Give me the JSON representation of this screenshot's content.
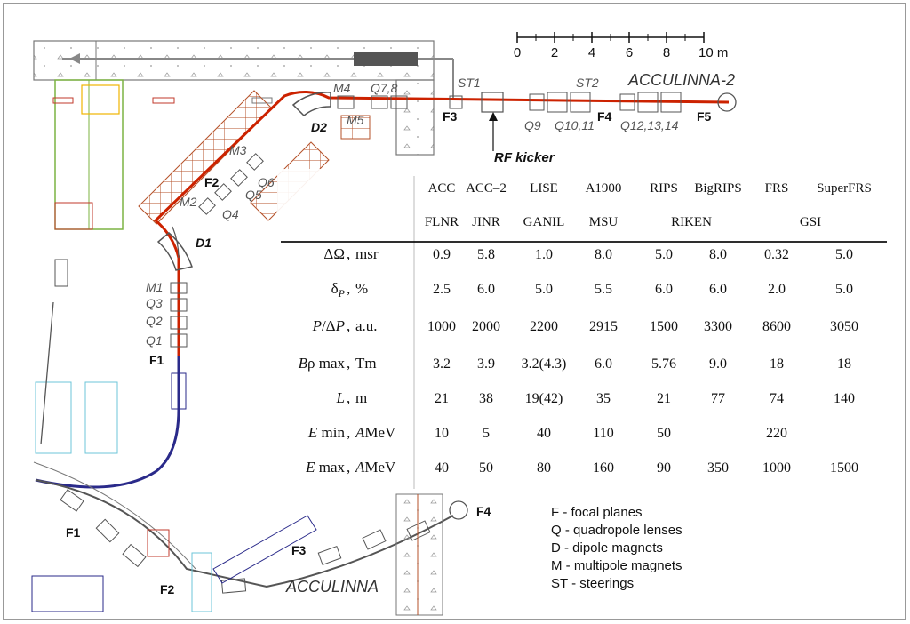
{
  "scale_bar": {
    "ticks": [
      "0",
      "2",
      "4",
      "6",
      "8",
      "10 m"
    ]
  },
  "title_top": "ACCULINNA-2",
  "title_bottom": "ACCULINNA",
  "rf_kicker": "RF kicker",
  "labels_top": {
    "m4": "M4",
    "q78": "Q7,8",
    "st1": "ST1",
    "st2": "ST2",
    "m5": "M5",
    "d2": "D2",
    "f3": "F3",
    "q9": "Q9",
    "q1011": "Q10,11",
    "f4": "F4",
    "q121314": "Q12,13,14",
    "f5": "F5",
    "m3": "M3",
    "q6": "Q6",
    "f2": "F2",
    "q5": "Q5",
    "m2": "M2",
    "q4": "Q4",
    "d1": "D1",
    "m1": "M1",
    "q3": "Q3",
    "q2": "Q2",
    "q1": "Q1",
    "f1": "F1"
  },
  "labels_bottom": {
    "f1": "F1",
    "f2": "F2",
    "f3": "F3",
    "f4": "F4"
  },
  "table": {
    "facilities": [
      "ACC",
      "ACC–2",
      "LISE",
      "A1900",
      "RIPS",
      "BigRIPS",
      "FRS",
      "SuperFRS"
    ],
    "labs": [
      "FLNR",
      "JINR",
      "GANIL",
      "MSU",
      "RIKEN",
      "GSI"
    ],
    "rows": [
      {
        "param": "ΔΩ",
        "unit": "msr",
        "values": [
          "0.9",
          "5.8",
          "1.0",
          "8.0",
          "5.0",
          "8.0",
          "0.32",
          "5.0"
        ]
      },
      {
        "param": "δ",
        "param_sub": "P",
        "unit": "%",
        "values": [
          "2.5",
          "6.0",
          "5.0",
          "5.5",
          "6.0",
          "6.0",
          "2.0",
          "5.0"
        ]
      },
      {
        "param": "P/ΔP",
        "unit": "a.u.",
        "values": [
          "1000",
          "2000",
          "2200",
          "2915",
          "1500",
          "3300",
          "8600",
          "3050"
        ]
      },
      {
        "param": "Bρ max",
        "unit": "Tm",
        "values": [
          "3.2",
          "3.9",
          "3.2(4.3)",
          "6.0",
          "5.76",
          "9.0",
          "18",
          "18"
        ]
      },
      {
        "param": "L",
        "unit": "m",
        "values": [
          "21",
          "38",
          "19(42)",
          "35",
          "21",
          "77",
          "74",
          "140"
        ]
      },
      {
        "param": "E min",
        "unit": "AMeV",
        "values": [
          "10",
          "5",
          "40",
          "110",
          "50",
          "",
          "220",
          ""
        ]
      },
      {
        "param": "E max",
        "unit": "AMeV",
        "values": [
          "40",
          "50",
          "80",
          "160",
          "90",
          "350",
          "1000",
          "1500"
        ]
      }
    ]
  },
  "legend": [
    "F - focal planes",
    "Q - quadropole lenses",
    "D - dipole magnets",
    "M - multipole magnets",
    "ST - steerings"
  ],
  "colors": {
    "beamline_red": "#cc2200",
    "beamline_blue": "#2a2a8a",
    "grid_brown": "#b5522a",
    "grid_cyan": "#6cc6d8",
    "frame": "#999999"
  }
}
